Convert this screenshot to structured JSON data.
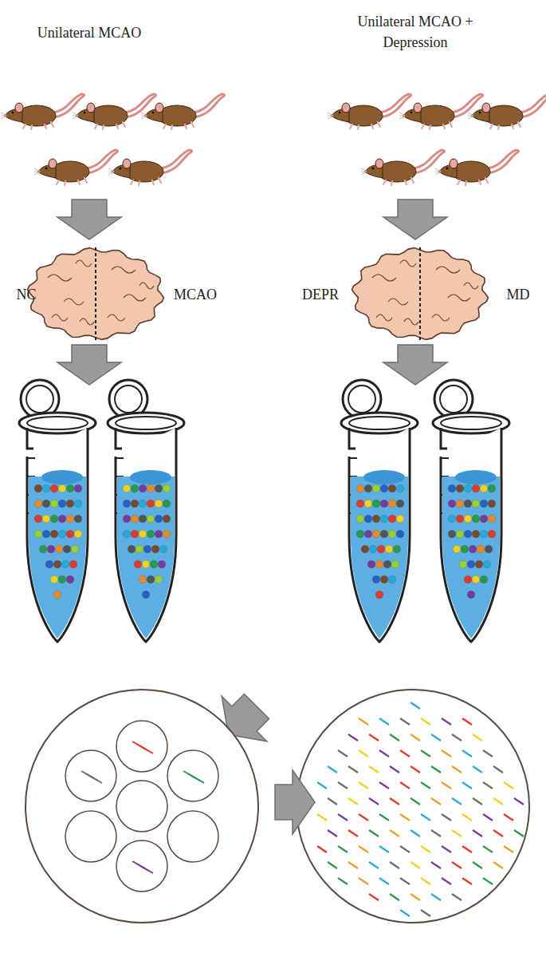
{
  "diagram": {
    "labels": [
      "Unilateral MCAO",
      "Unilateral MCAO + Depression",
      "NC",
      "MCAO",
      "DEPR",
      "MD"
    ]
  }
}
